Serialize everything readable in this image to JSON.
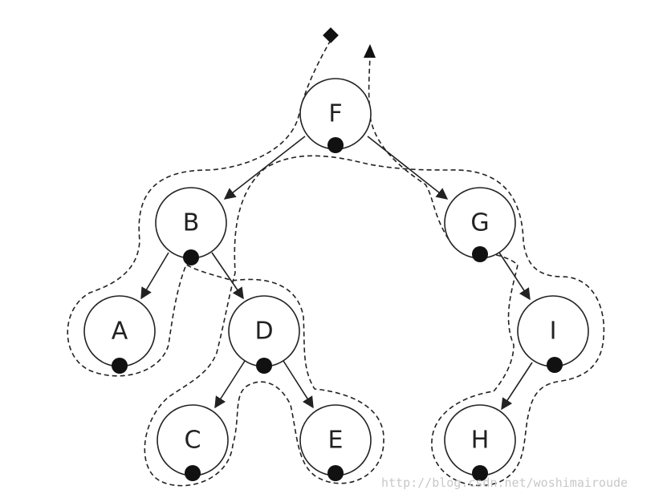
{
  "nodes": [
    {
      "id": "F",
      "label": "F"
    },
    {
      "id": "B",
      "label": "B"
    },
    {
      "id": "G",
      "label": "G"
    },
    {
      "id": "A",
      "label": "A"
    },
    {
      "id": "D",
      "label": "D"
    },
    {
      "id": "I",
      "label": "I"
    },
    {
      "id": "C",
      "label": "C"
    },
    {
      "id": "E",
      "label": "E"
    },
    {
      "id": "H",
      "label": "H"
    }
  ],
  "edges": [
    {
      "from": "F",
      "to": "B"
    },
    {
      "from": "F",
      "to": "G"
    },
    {
      "from": "B",
      "to": "A"
    },
    {
      "from": "B",
      "to": "D"
    },
    {
      "from": "D",
      "to": "C"
    },
    {
      "from": "D",
      "to": "E"
    },
    {
      "from": "G",
      "to": "I"
    },
    {
      "from": "I",
      "to": "H"
    }
  ],
  "watermark": "http://blog.csdn.net/woshimairoude"
}
